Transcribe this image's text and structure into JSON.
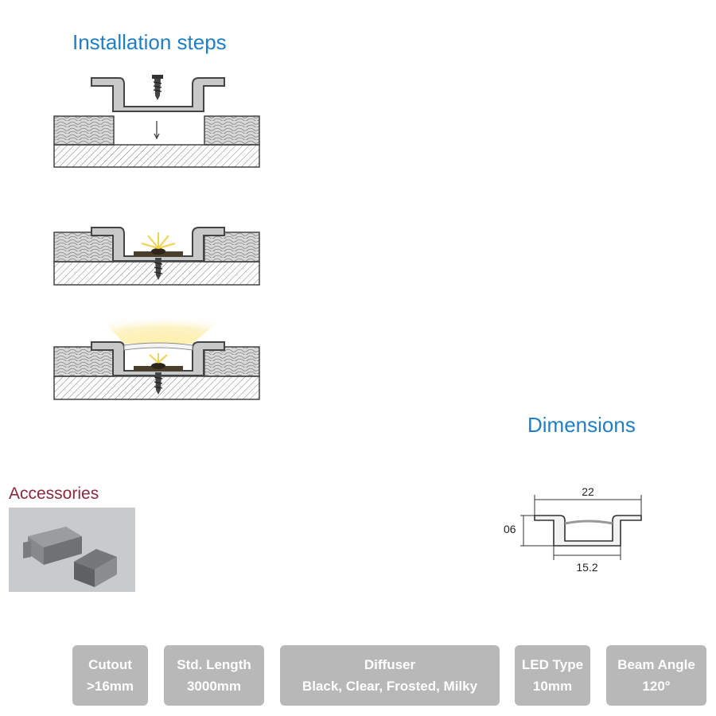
{
  "installation": {
    "title": "Installation steps"
  },
  "dimensions": {
    "title": "Dimensions",
    "width_top": "22",
    "height": "06",
    "width_bottom": "15.2"
  },
  "accessories": {
    "title": "Accessories"
  },
  "specs": [
    {
      "label": "Cutout",
      "value": ">16mm"
    },
    {
      "label": "Std. Length",
      "value": "3000mm"
    },
    {
      "label": "Diffuser",
      "value": "Black, Clear, Frosted, Milky"
    },
    {
      "label": "LED Type",
      "value": "10mm"
    },
    {
      "label": "Beam Angle",
      "value": "120°"
    }
  ],
  "colors": {
    "title_blue": "#1f7fc4",
    "accessories_title": "#8b2a3c",
    "spec_box": "#b8b8b8"
  }
}
